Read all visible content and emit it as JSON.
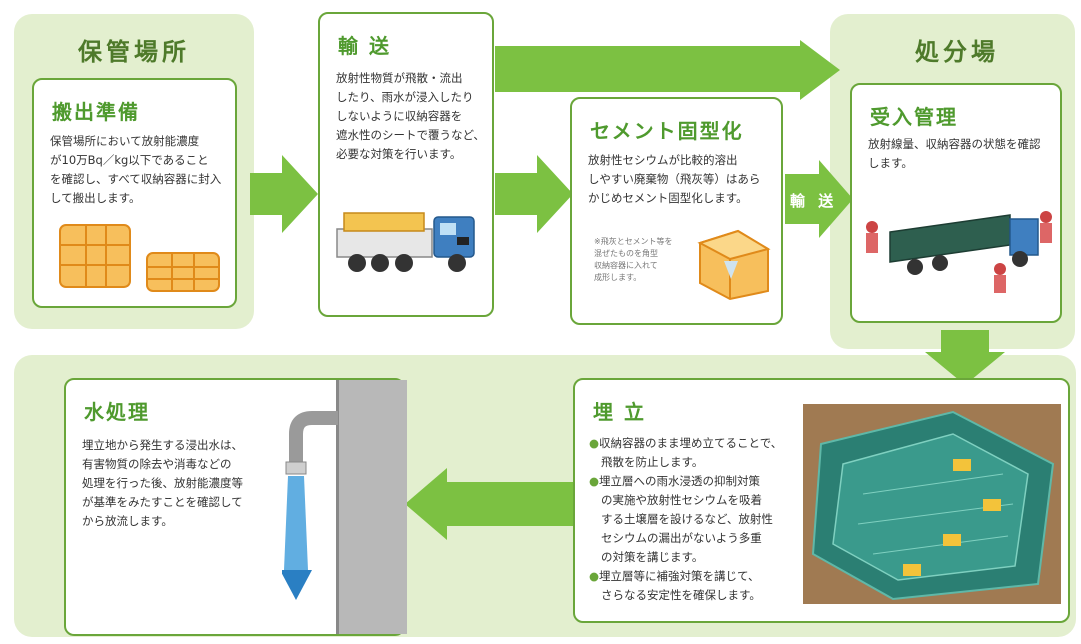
{
  "storage_site": {
    "label": "保管場所",
    "card": {
      "title": "搬出準備",
      "body": [
        "保管場所において放射能濃度",
        "が10万Bq／kg以下であること",
        "を確認し、すべて収納容器に封入",
        "して搬出します。"
      ]
    }
  },
  "transport": {
    "title": "輸 送",
    "body": [
      "放射性物質が飛散・流出",
      "したり、雨水が浸入したり",
      "しないように収納容器を",
      "遮水性のシートで覆うなど、",
      "必要な対策を行います。"
    ]
  },
  "cement": {
    "title": "セメント固型化",
    "body": [
      "放射性セシウムが比較的溶出",
      "しやすい廃棄物（飛灰等）はあら",
      "かじめセメント固型化します。"
    ],
    "note": [
      "※飛灰とセメント等を",
      "混ぜたものを角型",
      "収納容器に入れて",
      "成形します。"
    ]
  },
  "transport_arrow_label": "輸 送",
  "disposal_site": {
    "label": "処分場",
    "card": {
      "title": "受入管理",
      "body": [
        "放射線量、収納容器の状態を確認",
        "します。"
      ]
    }
  },
  "landfill": {
    "title": "埋 立",
    "body": [
      {
        "bullet": "●",
        "text": "収納容器のまま埋め立てることで、"
      },
      {
        "bullet": "",
        "text": "飛散を防止します。"
      },
      {
        "bullet": "●",
        "text": "埋立層への雨水浸透の抑制対策"
      },
      {
        "bullet": "",
        "text": "の実施や放射性セシウムを吸着"
      },
      {
        "bullet": "",
        "text": "する土壌層を設けるなど、放射性"
      },
      {
        "bullet": "",
        "text": "セシウムの漏出がないよう多重"
      },
      {
        "bullet": "",
        "text": "の対策を講じます。"
      },
      {
        "bullet": "●",
        "text": "埋立層等に補強対策を講じて、"
      },
      {
        "bullet": "",
        "text": "さらなる安定性を確保します。"
      }
    ]
  },
  "water": {
    "title": "水処理",
    "body": [
      "埋立地から発生する浸出水は、",
      "有害物質の除去や消毒などの",
      "処理を行った後、放射能濃度等",
      "が基準をみたすことを確認して",
      "から放流します。"
    ]
  },
  "colors": {
    "green": "#6aa63a",
    "arrow": "#7cc142",
    "region": "#e3efcf",
    "orange": "#f3a93a",
    "truck_blue": "#3f7fc0"
  }
}
